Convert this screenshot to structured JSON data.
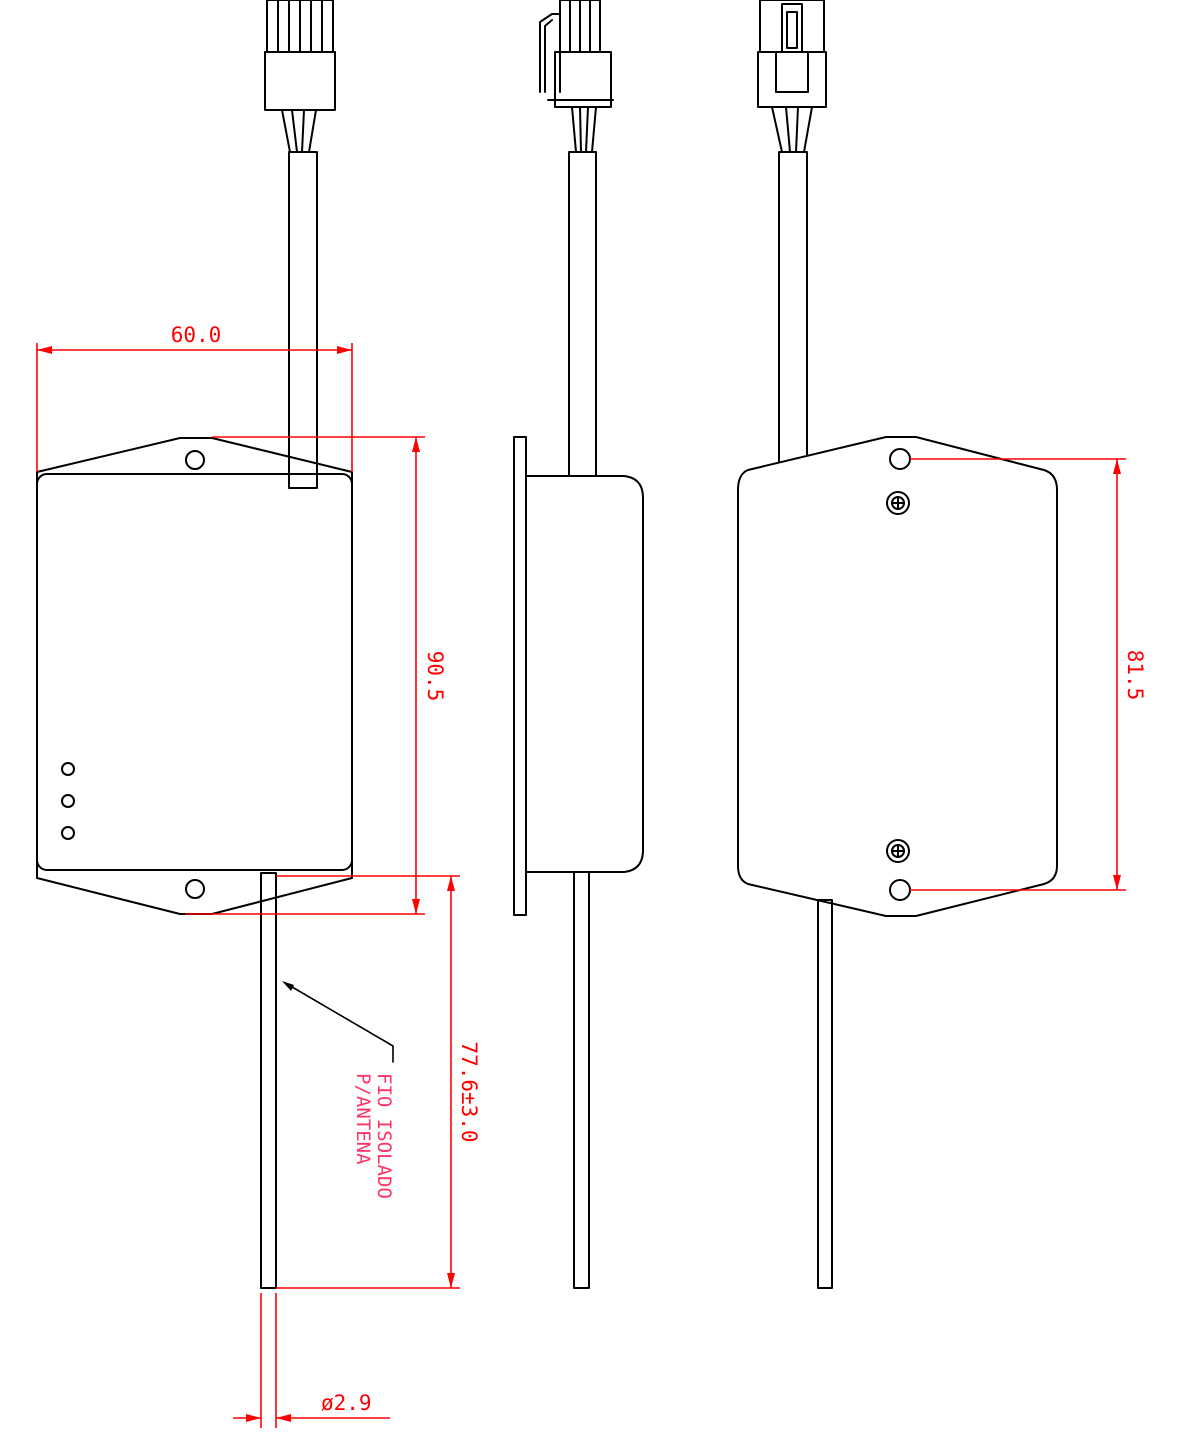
{
  "dimensions": {
    "width": "60.0",
    "height_front": "90.5",
    "hole_spacing": "81.5",
    "cable_length": "77.6±3.0",
    "cable_diameter": "ø2.9"
  },
  "note": {
    "line1": "FIO ISOLADO",
    "line2": "P/ANTENA"
  },
  "colors": {
    "outline": "#000000",
    "dimension": "#ff0000",
    "note": "#ff3366",
    "background": "#ffffff"
  }
}
